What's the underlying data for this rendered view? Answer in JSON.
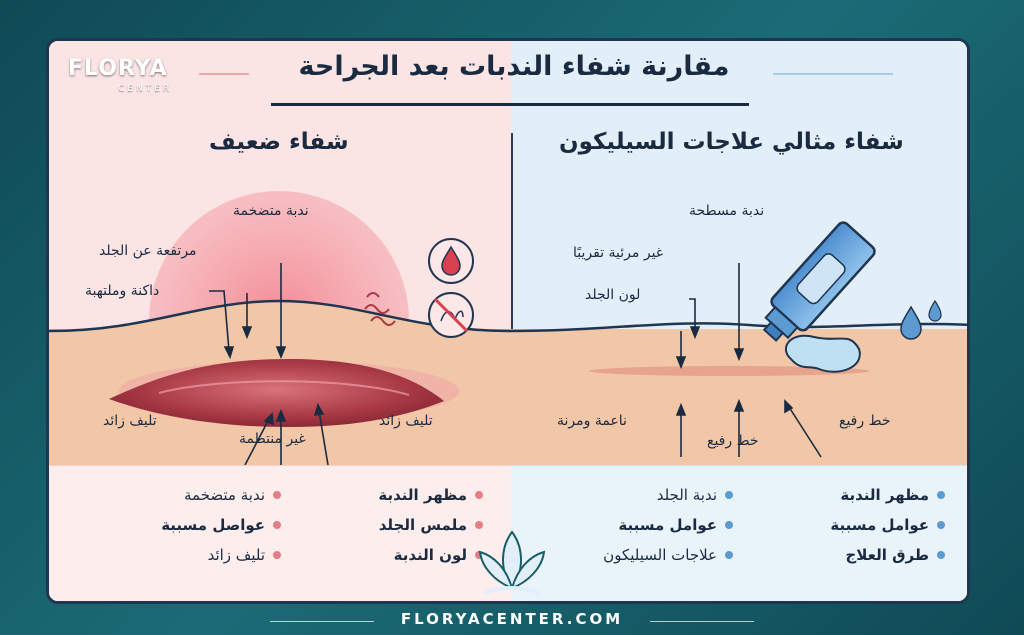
{
  "brand": {
    "logo_main": "FLORYA",
    "logo_sub": "CENTER",
    "footer_url": "FLORYACENTER.COM"
  },
  "title": "مقارنة شفاء الندبات بعد الجراحة",
  "left_panel": {
    "heading": "شفاء ضعيف",
    "labels": {
      "raised_scar": "ندبة متضخمة",
      "raised_from_skin": "مرتفعة عن الجلد",
      "dark_inflamed": "داكنة وملتهبة",
      "excess_fibrosis_left": "تليف زائد",
      "irregular": "غير منتظمة",
      "excess_fibrosis_right": "تليف زائد"
    },
    "list": [
      {
        "label": "مظهر الندبة",
        "value": "ندبة متضخمة"
      },
      {
        "label": "ملمس الجلد",
        "value": "عواصل مسببة"
      },
      {
        "label": "لون الندبة",
        "value": "تليف زائد"
      }
    ]
  },
  "right_panel": {
    "heading": "شفاء مثالي علاجات السيليكون",
    "labels": {
      "flat_scar": "ندبة مسطحة",
      "almost_invisible": "غير مرئية تقريبًا",
      "skin_color": "لون الجلد",
      "smooth_flexible": "ناعمة ومرنة",
      "thin_line_center": "خط رفيع",
      "thin_line_right": "خط رفيع"
    },
    "list": [
      {
        "label": "مظهر الندبة",
        "value": "ندبة الجلد"
      },
      {
        "label": "عوامل مسببة",
        "value": "عوامل مسببة"
      },
      {
        "label": "طرق العلاج",
        "value": "علاجات السيليكون"
      }
    ]
  },
  "colors": {
    "navy": "#1a2a40",
    "pink_bg": "#fbe4e4",
    "blue_bg": "#e2eff8",
    "skin": "#f1c7a7",
    "scar": "#b4424d",
    "accent_pink": "#e47d85",
    "accent_blue": "#5b9bd1",
    "frame": "#1d5f6a"
  },
  "icons": [
    "blood-drop-icon",
    "no-scratch-icon",
    "silicone-gel-tube-icon",
    "water-drops-icon",
    "leaf-emblem-icon"
  ]
}
